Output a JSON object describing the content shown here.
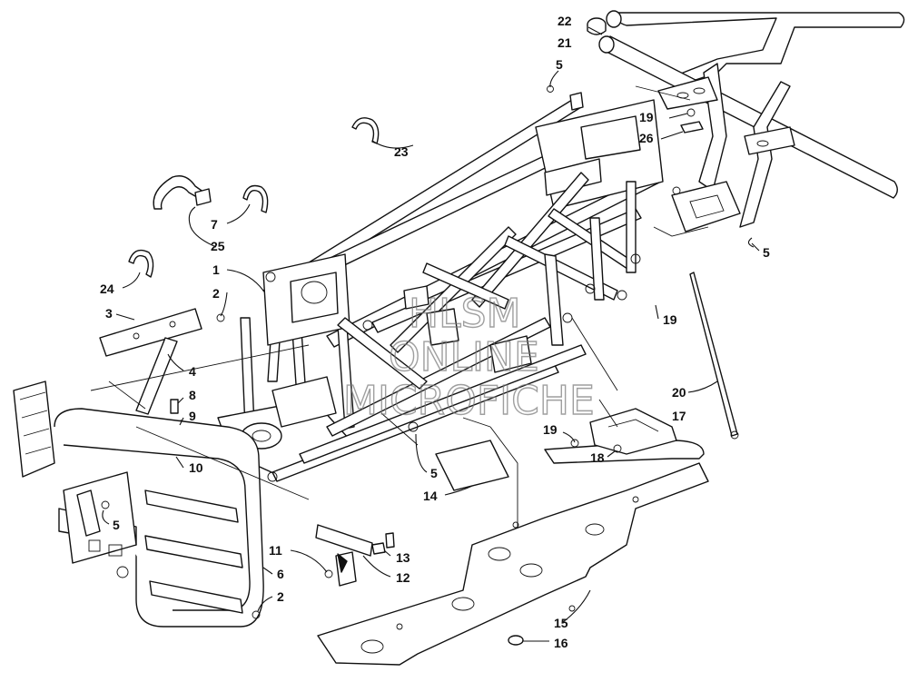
{
  "watermark": {
    "line1": "HLSM",
    "line2": "ONLINE",
    "line3": "MICROFICHE"
  },
  "callouts": [
    {
      "id": "c22",
      "text": "22"
    },
    {
      "id": "c21",
      "text": "21"
    },
    {
      "id": "c5a",
      "text": "5"
    },
    {
      "id": "c19a",
      "text": "19"
    },
    {
      "id": "c26",
      "text": "26"
    },
    {
      "id": "c23",
      "text": "23"
    },
    {
      "id": "c7",
      "text": "7"
    },
    {
      "id": "c25",
      "text": "25"
    },
    {
      "id": "c5b",
      "text": "5"
    },
    {
      "id": "c1",
      "text": "1"
    },
    {
      "id": "c24",
      "text": "24"
    },
    {
      "id": "c2a",
      "text": "2"
    },
    {
      "id": "c3",
      "text": "3"
    },
    {
      "id": "c19b",
      "text": "19"
    },
    {
      "id": "c4",
      "text": "4"
    },
    {
      "id": "c8",
      "text": "8"
    },
    {
      "id": "c9",
      "text": "9"
    },
    {
      "id": "c10",
      "text": "10"
    },
    {
      "id": "c20",
      "text": "20"
    },
    {
      "id": "c17",
      "text": "17"
    },
    {
      "id": "c19c",
      "text": "19"
    },
    {
      "id": "c18",
      "text": "18"
    },
    {
      "id": "c5c",
      "text": "5"
    },
    {
      "id": "c14",
      "text": "14"
    },
    {
      "id": "c5d",
      "text": "5"
    },
    {
      "id": "c11",
      "text": "11"
    },
    {
      "id": "c13",
      "text": "13"
    },
    {
      "id": "c12",
      "text": "12"
    },
    {
      "id": "c6",
      "text": "6"
    },
    {
      "id": "c2b",
      "text": "2"
    },
    {
      "id": "c15",
      "text": "15"
    },
    {
      "id": "c16",
      "text": "16"
    }
  ]
}
